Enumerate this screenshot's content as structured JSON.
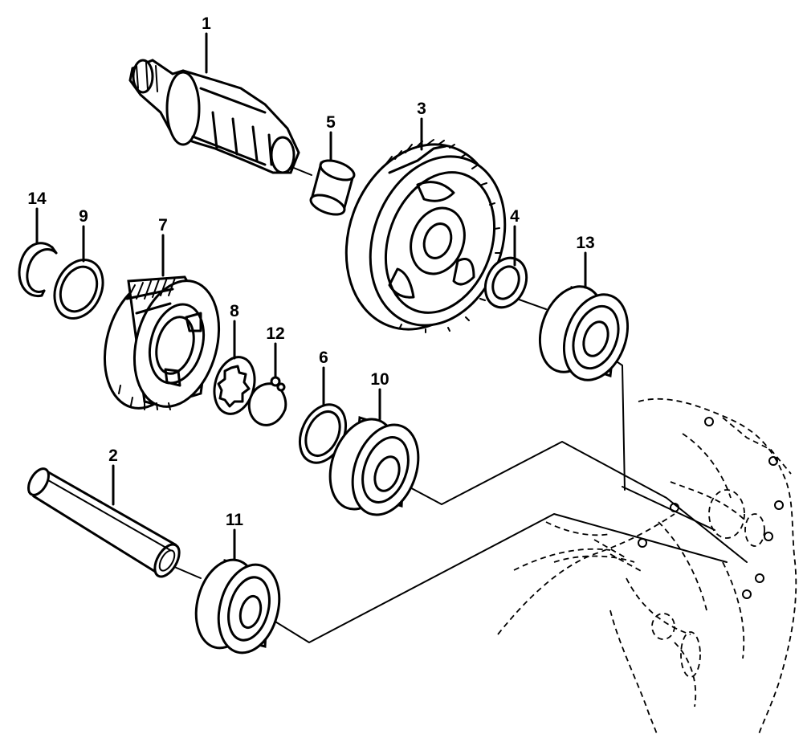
{
  "parts": [
    {
      "id": "shaft",
      "number": "1"
    },
    {
      "id": "pin",
      "number": "2"
    },
    {
      "id": "large-gear",
      "number": "3"
    },
    {
      "id": "washer-4",
      "number": "4"
    },
    {
      "id": "bushing",
      "number": "5"
    },
    {
      "id": "washer-6",
      "number": "6"
    },
    {
      "id": "small-gear",
      "number": "7"
    },
    {
      "id": "splined-washer",
      "number": "8"
    },
    {
      "id": "washer-9",
      "number": "9"
    },
    {
      "id": "bearing-10",
      "number": "10"
    },
    {
      "id": "bearing-11",
      "number": "11"
    },
    {
      "id": "circlip-12",
      "number": "12"
    },
    {
      "id": "bearing-13",
      "number": "13"
    },
    {
      "id": "circlip-14",
      "number": "14"
    }
  ],
  "colors": {
    "ink": "#000000",
    "background": "#ffffff"
  }
}
